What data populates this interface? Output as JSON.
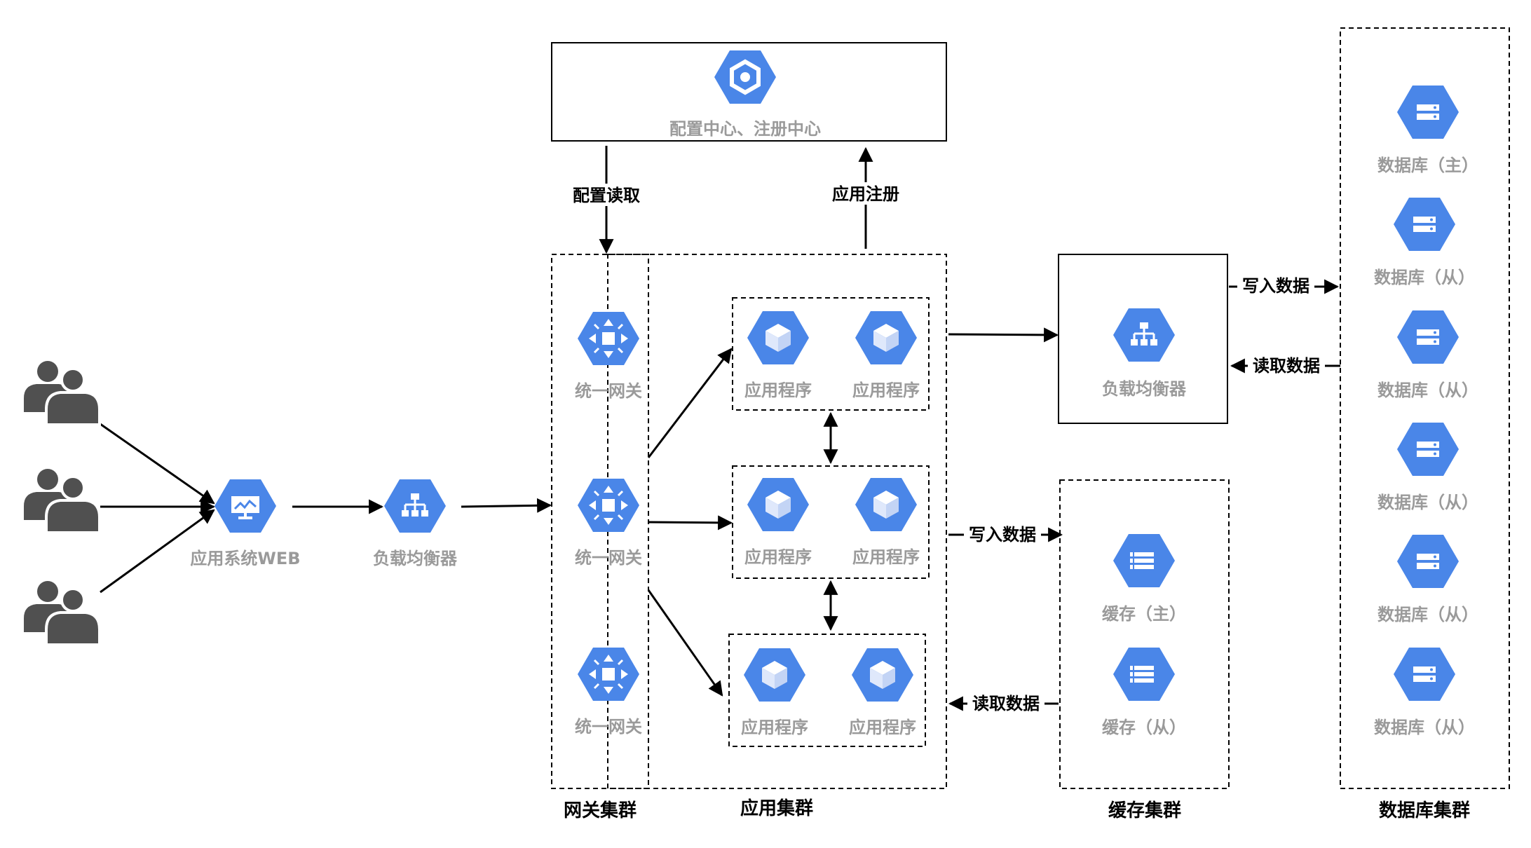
{
  "colors": {
    "icon_blue": "#4a86e8",
    "icon_white": "#ffffff",
    "user_gray": "#505050",
    "label_gray": "#9a9a9a",
    "line": "#000000"
  },
  "config_center": {
    "label": "配置中心、注册中心",
    "icon": "hexagon-config-icon"
  },
  "edges": {
    "config_read": "配置读取",
    "app_register": "应用注册",
    "write_data": "写入数据",
    "read_data": "读取数据"
  },
  "users": [
    {
      "icon": "users-icon"
    },
    {
      "icon": "users-icon"
    },
    {
      "icon": "users-icon"
    }
  ],
  "web_app": {
    "label": "应用系统WEB",
    "icon": "monitor-icon"
  },
  "front_lb": {
    "label": "负载均衡器",
    "icon": "load-balancer-icon"
  },
  "gateway_cluster": {
    "title": "网关集群",
    "gateways": [
      {
        "label": "统一网关"
      },
      {
        "label": "统一网关"
      },
      {
        "label": "统一网关"
      }
    ]
  },
  "app_cluster": {
    "title": "应用集群",
    "groups": [
      {
        "apps": [
          {
            "label": "应用程序"
          },
          {
            "label": "应用程序"
          }
        ]
      },
      {
        "apps": [
          {
            "label": "应用程序"
          },
          {
            "label": "应用程序"
          }
        ]
      },
      {
        "apps": [
          {
            "label": "应用程序"
          },
          {
            "label": "应用程序"
          }
        ]
      }
    ]
  },
  "db_lb": {
    "label": "负载均衡器",
    "icon": "load-balancer-icon"
  },
  "cache_cluster": {
    "title": "缓存集群",
    "nodes": [
      {
        "label": "缓存（主）"
      },
      {
        "label": "缓存（从）"
      }
    ]
  },
  "db_cluster": {
    "title": "数据库集群",
    "nodes": [
      {
        "label": "数据库（主）"
      },
      {
        "label": "数据库（从）"
      },
      {
        "label": "数据库（从）"
      },
      {
        "label": "数据库（从）"
      },
      {
        "label": "数据库（从）"
      },
      {
        "label": "数据库（从）"
      }
    ]
  }
}
